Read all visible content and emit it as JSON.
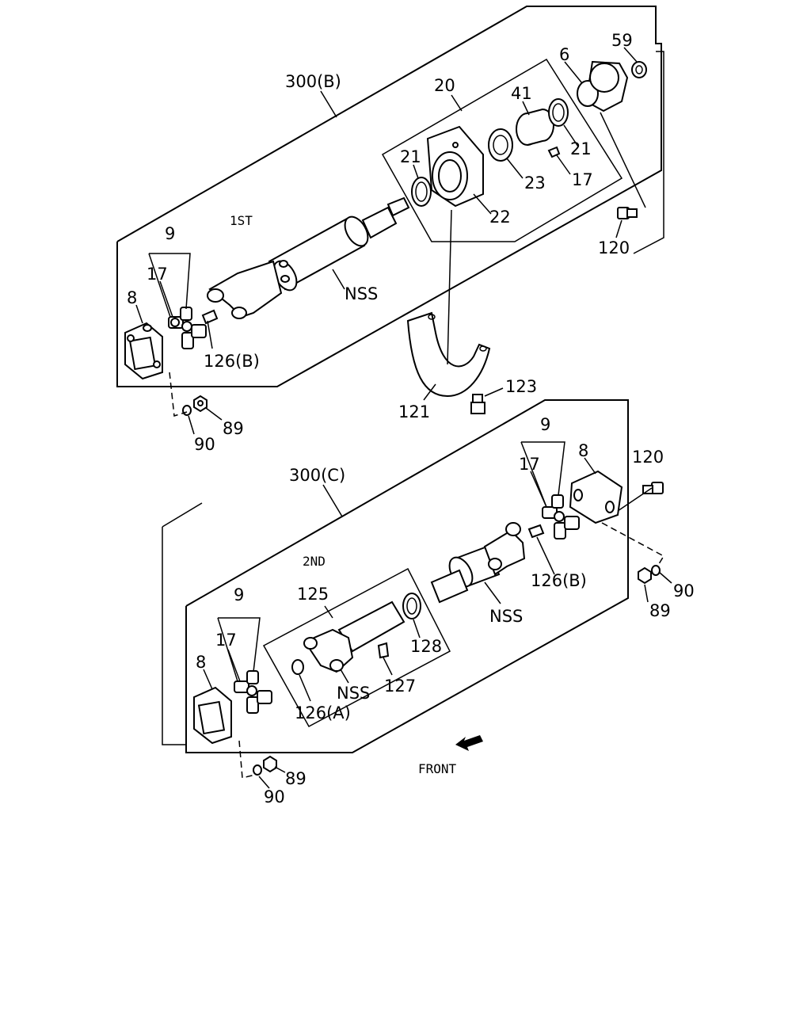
{
  "diagram": {
    "group_b": {
      "assembly_label": "300(B)",
      "section_label": "1ST",
      "callouts": [
        "59",
        "6",
        "20",
        "41",
        "21",
        "17",
        "23",
        "22",
        "21",
        "120",
        "9",
        "17",
        "8",
        "NSS",
        "126(B)",
        "90",
        "89",
        "123",
        "121"
      ]
    },
    "group_c": {
      "assembly_label": "300(C)",
      "section_label": "2ND",
      "callouts": [
        "9",
        "17",
        "8",
        "120",
        "126(B)",
        "NSS",
        "90",
        "89",
        "125",
        "9",
        "17",
        "8",
        "128",
        "127",
        "NSS",
        "126(A)",
        "89",
        "90"
      ]
    },
    "front_label": "FRONT"
  }
}
